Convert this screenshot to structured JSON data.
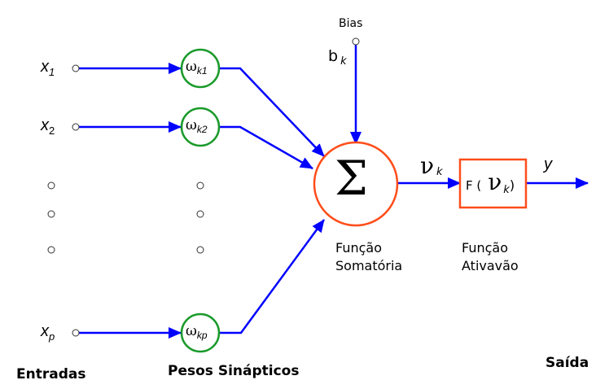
{
  "diagram": {
    "title": "Modelo de neurônio artificial",
    "inputs": [
      {
        "symbol": "x",
        "subscript": "1"
      },
      {
        "symbol": "x",
        "subscript": "2"
      },
      {
        "symbol": "x",
        "subscript": "p"
      }
    ],
    "weights": [
      {
        "symbol": "ω",
        "subscript": "k1"
      },
      {
        "symbol": "ω",
        "subscript": "k2"
      },
      {
        "symbol": "ω",
        "subscript": "kp"
      }
    ],
    "bias": {
      "label": "Bias",
      "symbol": "b",
      "subscript": "k"
    },
    "summation": {
      "symbol": "Σ",
      "caption_line1": "Função",
      "caption_line2": "Somatória"
    },
    "induced_field": {
      "symbol": "ν",
      "subscript": "k"
    },
    "activation": {
      "prefix": "F (",
      "symbol": "ν",
      "subscript": "k",
      "suffix": ")",
      "caption_line1": "Função",
      "caption_line2": "Ativavão"
    },
    "output": {
      "symbol": "y"
    },
    "section_labels": {
      "inputs": "Entradas",
      "weights": "Pesos Sinápticos",
      "output": "Saída"
    },
    "colors": {
      "arrow": "#0000ff",
      "weight_node": "#1a9a2a",
      "summation_node": "#ff4d1a",
      "activation_box": "#ff4d1a"
    }
  }
}
